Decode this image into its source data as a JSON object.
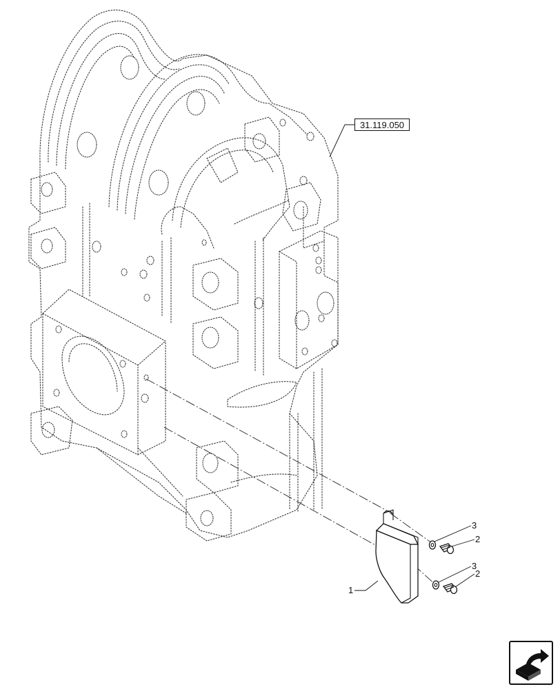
{
  "diagram": {
    "reference_code": "31.119.050",
    "callouts": {
      "bracket": "1",
      "bolt_upper": "2",
      "washer_upper": "3",
      "bolt_lower": "2",
      "washer_lower": "3"
    },
    "nav_icon": "next-page-arrow-icon"
  }
}
